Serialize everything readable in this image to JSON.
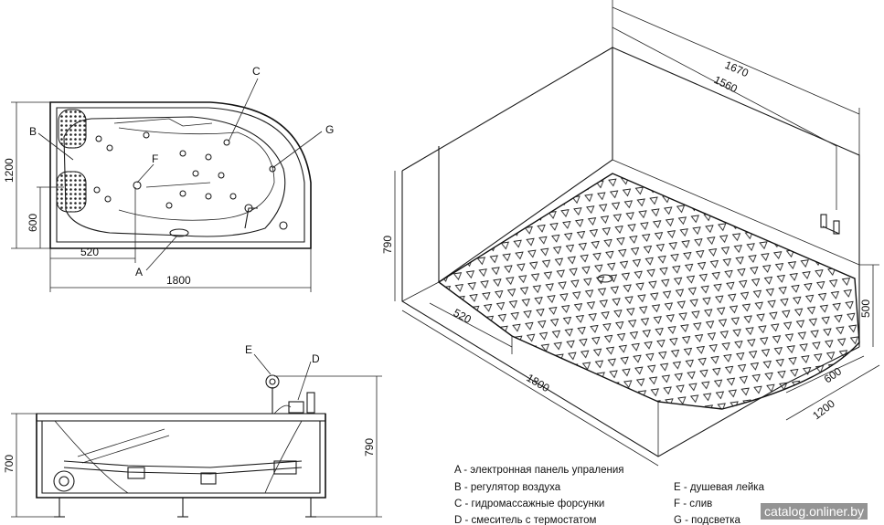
{
  "top_view": {
    "dims": {
      "length": "1800",
      "width": "1200",
      "side_depth": "600",
      "side_length": "520"
    },
    "callouts": {
      "a": "A",
      "b": "B",
      "c": "C",
      "f": "F",
      "g": "G"
    }
  },
  "side_view": {
    "dims": {
      "height": "700",
      "total_height": "790"
    },
    "callouts": {
      "e": "E",
      "d": "D"
    }
  },
  "iso_view": {
    "dims": {
      "length_outer": "1670",
      "length_inner": "1560",
      "height": "790",
      "height_right": "500",
      "side_length": "520",
      "length": "1800",
      "side_depth": "600",
      "depth": "1200"
    }
  },
  "legend": {
    "left": [
      "A - электронная панель упраления",
      "B - регулятор воздуха",
      "C - гидромассажные форсунки",
      "D - смеситель с термостатом"
    ],
    "right": [
      "E - душевая лейка",
      "F - слив",
      "G - подсветка"
    ]
  },
  "watermark": "catalog.onliner.by"
}
